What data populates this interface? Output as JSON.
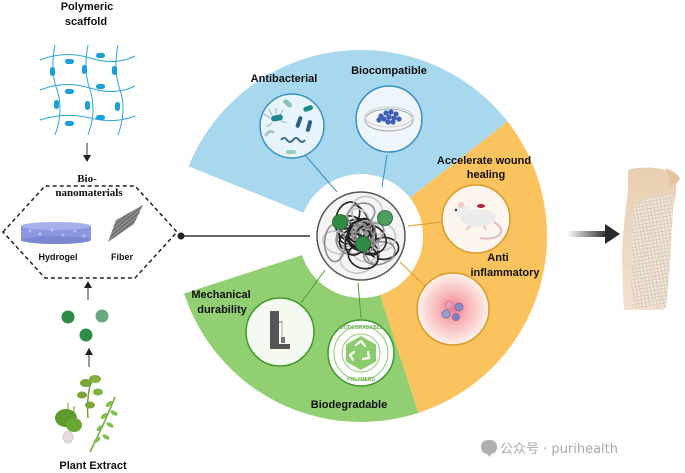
{
  "left_panel": {
    "scaffold_title_line1": "Polymeric",
    "scaffold_title_line2": "scaffold",
    "hexagon_title_line1": "Bio-",
    "hexagon_title_line2": "nanomaterials",
    "hydrogel_label": "Hydrogel",
    "fiber_label": "Fiber",
    "plant_label": "Plant Extract"
  },
  "ring": {
    "colors": {
      "blue": "#a8d8ee",
      "orange": "#fbc35e",
      "green": "#92cf72"
    },
    "segments": [
      {
        "name": "blue",
        "properties": [
          "Antibacterial",
          "Biocompatible"
        ]
      },
      {
        "name": "orange",
        "properties": [
          "Accelerate wound healing",
          "Anti inflammatory"
        ]
      },
      {
        "name": "green",
        "properties": [
          "Mechanical durability",
          "Biodegradable"
        ]
      }
    ],
    "labels": {
      "antibacterial": "Antibacterial",
      "biocompatible": "Biocompatible",
      "accelerate_line1": "Accelerate wound",
      "accelerate_line2": "healing",
      "anti_line1": "Anti",
      "anti_line2": "inflammatory",
      "mech_line1": "Mechanical",
      "mech_line2": "durability",
      "biodegradable": "Biodegradable",
      "badge_top": "BIODEGRADABLE",
      "badge_bottom": "POLYMERS"
    }
  },
  "watermark": {
    "text": "公众号 · purihealth"
  }
}
